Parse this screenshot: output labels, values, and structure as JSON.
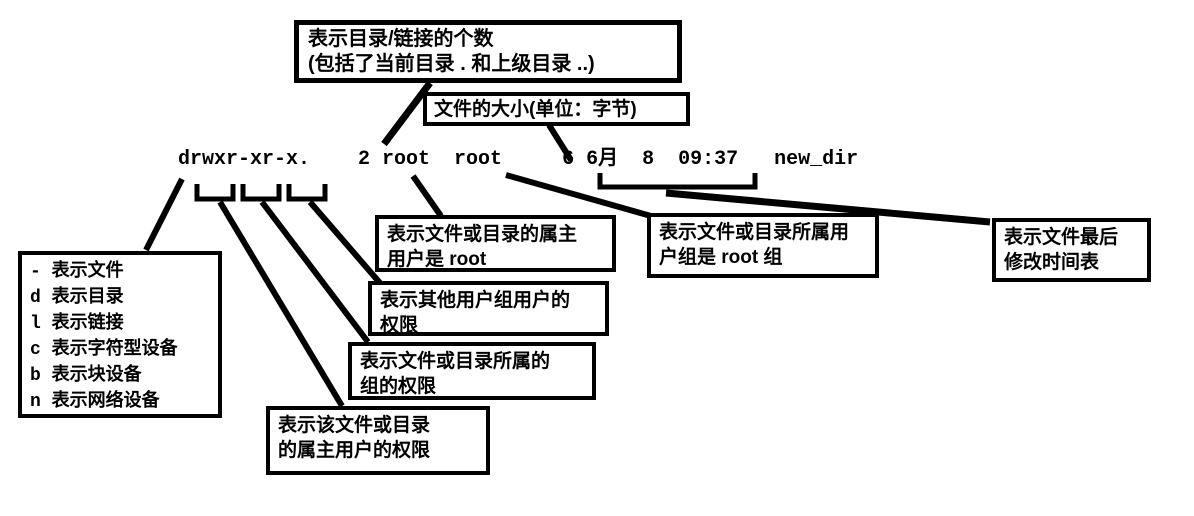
{
  "terminal": {
    "listing_line": "drwxr-xr-x.    2 root  root     6 6月  8  09:37   new_dir"
  },
  "annotations": {
    "link_count": {
      "line1": "表示目录/链接的个数",
      "line2": "(包括了当前目录 .  和上级目录 ..)"
    },
    "file_size": {
      "line1": "文件的大小(单位：字节)"
    },
    "file_types": {
      "items": [
        "- 表示文件",
        "d 表示目录",
        "l 表示链接",
        "c 表示字符型设备",
        "b 表示块设备",
        "n 表示网络设备"
      ]
    },
    "owner_user": {
      "line1": "表示文件或目录的属主",
      "line2": "用户是 root"
    },
    "others_perm": {
      "line1": "表示其他用户组用户的",
      "line2": "权限"
    },
    "group_perm": {
      "line1": "表示文件或目录所属的",
      "line2": "组的权限"
    },
    "owner_perm": {
      "line1": "表示该文件或目录",
      "line2": "的属主用户的权限"
    },
    "group_root": {
      "line1": "表示文件或目录所属用",
      "line2": "户组是 root 组"
    },
    "mtime": {
      "line1": "表示文件最后",
      "line2": "修改时间表"
    }
  },
  "colors": {
    "ink": "#000000",
    "paper": "#ffffff"
  }
}
